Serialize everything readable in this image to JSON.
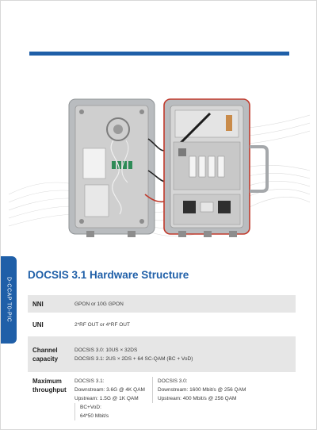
{
  "page": {
    "side_tab": "D-CCAP  T0-PIC",
    "section_title": "DOCSIS 3.1 Hardware Structure"
  },
  "colors": {
    "accent": "#1f5fa8",
    "shaded_row": "#e6e6e6",
    "enclosure": "#b9bcbf",
    "lid_interior": "#cfcfcf",
    "cable_red": "#c0392b",
    "connector_green": "#2e8b57"
  },
  "specs": {
    "nni": {
      "label": "NNI",
      "value": "GPON or 10G GPON"
    },
    "uni": {
      "label": "UNI",
      "value": "2*RF OUT or 4*RF OUT"
    },
    "channel": {
      "label_line1": "Channel",
      "label_line2": "capacity",
      "lines": [
        "DOCSIS 3.0: 10US × 32DS",
        "DOCSIS 3.1: 2US × 2DS + 64 SC-QAM (BC + VoD)"
      ]
    },
    "throughput": {
      "label_line1": "Maximum",
      "label_line2": "throughput",
      "col1": [
        "DOCSIS 3.1:",
        "Downstream: 3.6G @ 4K QAM",
        "Upstream: 1.5G @ 1K QAM"
      ],
      "col2": [
        "DOCSIS 3.0:",
        "Downstream: 1600 Mbit/s @ 256 QAM",
        "Upstream: 400 Mbit/s @ 256 QAM"
      ],
      "col3": [
        "BC+VoD:",
        "64*50 Mbit/s"
      ]
    }
  }
}
